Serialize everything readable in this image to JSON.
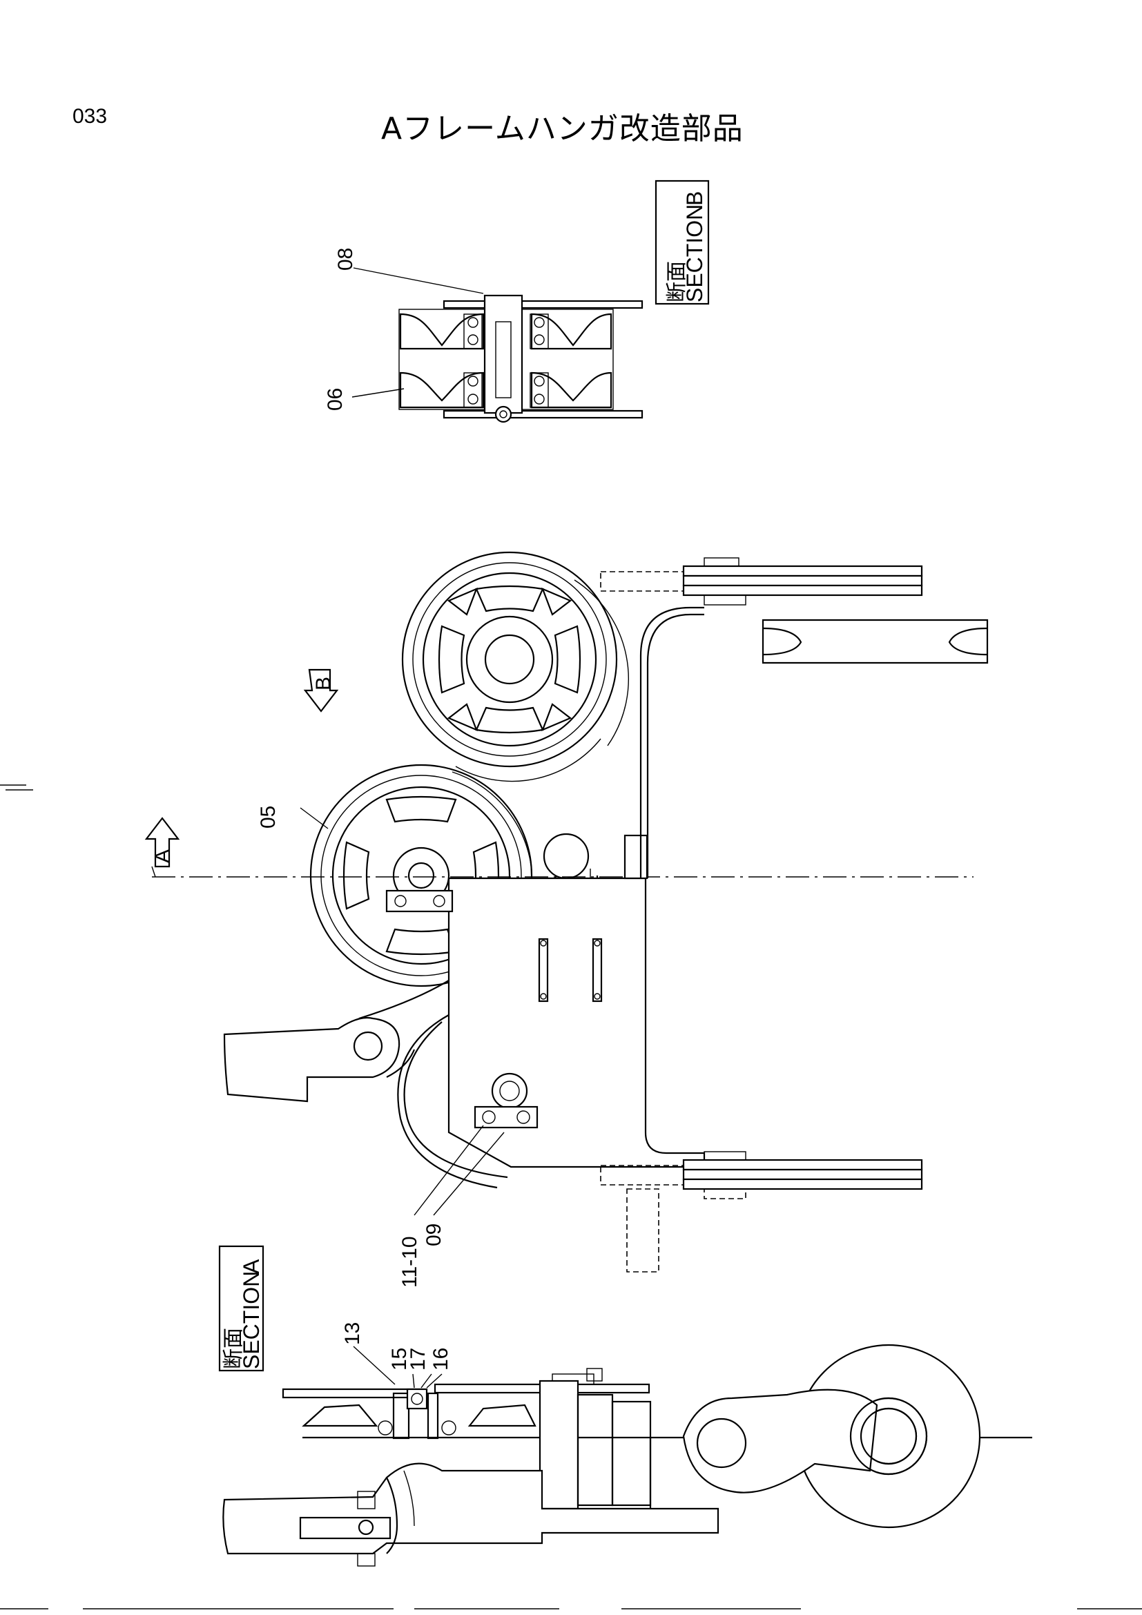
{
  "page": {
    "code": "033",
    "title": "Aフレームハンガ改造部品"
  },
  "section_b": {
    "jp": "断面",
    "en": "SECTION",
    "letter": "B"
  },
  "section_a": {
    "jp": "断面",
    "en": "SECTION",
    "letter": "A"
  },
  "markers": {
    "a": "A",
    "b": "B"
  },
  "callouts": {
    "p08": "08",
    "p06": "06",
    "p05": "05",
    "p09": "09",
    "p11_10": "11-10",
    "p13": "13",
    "p15": "15",
    "p17": "17",
    "p16": "16"
  }
}
